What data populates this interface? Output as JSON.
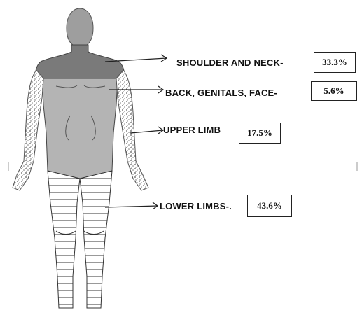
{
  "regions": [
    {
      "id": "shoulder-and-neck",
      "label": "SHOULDER AND NECK",
      "separator": "-",
      "value": "33.3%",
      "percent": 33.3
    },
    {
      "id": "back-genitals-face",
      "label": "BACK, GENITALS, FACE",
      "separator": "-",
      "value": "5.6%",
      "percent": 5.6
    },
    {
      "id": "upper-limb",
      "label": "UPPER LIMB",
      "separator": "",
      "value": "17.5%",
      "percent": 17.5
    },
    {
      "id": "lower-limbs",
      "label": "LOWER LIMBS",
      "separator": "-.",
      "value": "43.6%",
      "percent": 43.6
    }
  ],
  "colors": {
    "shoulder_neck_fill": "#7a7a7a",
    "trunk_fill": "#b4b4b4",
    "head_fill": "#9e9e9e",
    "line": "#222222"
  }
}
